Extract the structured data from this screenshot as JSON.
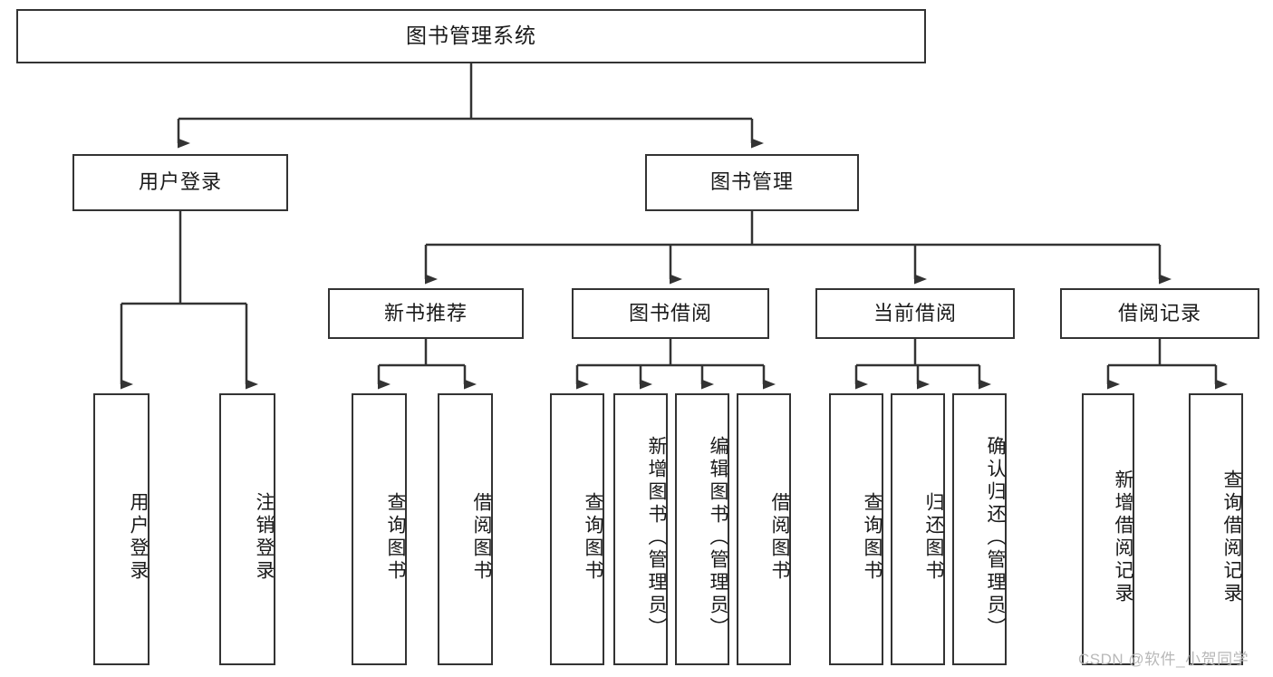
{
  "diagram": {
    "type": "tree-hierarchy",
    "title": "图书管理系统",
    "watermark": "CSDN @软件_小贺同学",
    "colors": {
      "stroke": "#333333",
      "fill": "#ffffff",
      "text": "#1a1a1a",
      "watermark": "#b8b8b8"
    },
    "nodes": {
      "root": {
        "label": "图书管理系统"
      },
      "level2": [
        {
          "id": "user-login",
          "label": "用户登录"
        },
        {
          "id": "book-manage",
          "label": "图书管理"
        }
      ],
      "level3": [
        {
          "id": "new-book-rec",
          "label": "新书推荐"
        },
        {
          "id": "book-borrow",
          "label": "图书借阅"
        },
        {
          "id": "current-borrow",
          "label": "当前借阅"
        },
        {
          "id": "borrow-record",
          "label": "借阅记录"
        }
      ],
      "leaves": {
        "user_login": [
          {
            "id": "leaf-user-login",
            "label": "用户登录"
          },
          {
            "id": "leaf-logout",
            "label": "注销登录"
          }
        ],
        "new_book_rec": [
          {
            "id": "leaf-query-book-1",
            "label": "查询图书"
          },
          {
            "id": "leaf-borrow-book-1",
            "label": "借阅图书"
          }
        ],
        "book_borrow": [
          {
            "id": "leaf-query-book-2",
            "label": "查询图书"
          },
          {
            "id": "leaf-add-book",
            "label": "新增图书（管理员）"
          },
          {
            "id": "leaf-edit-book",
            "label": "编辑图书（管理员）"
          },
          {
            "id": "leaf-borrow-book-2",
            "label": "借阅图书"
          }
        ],
        "current_borrow": [
          {
            "id": "leaf-query-book-3",
            "label": "查询图书"
          },
          {
            "id": "leaf-return-book",
            "label": "归还图书"
          },
          {
            "id": "leaf-confirm-return",
            "label": "确认归还（管理员）"
          }
        ],
        "borrow_record": [
          {
            "id": "leaf-add-record",
            "label": "新增借阅记录"
          },
          {
            "id": "leaf-query-record",
            "label": "查询借阅记录"
          }
        ]
      }
    }
  }
}
